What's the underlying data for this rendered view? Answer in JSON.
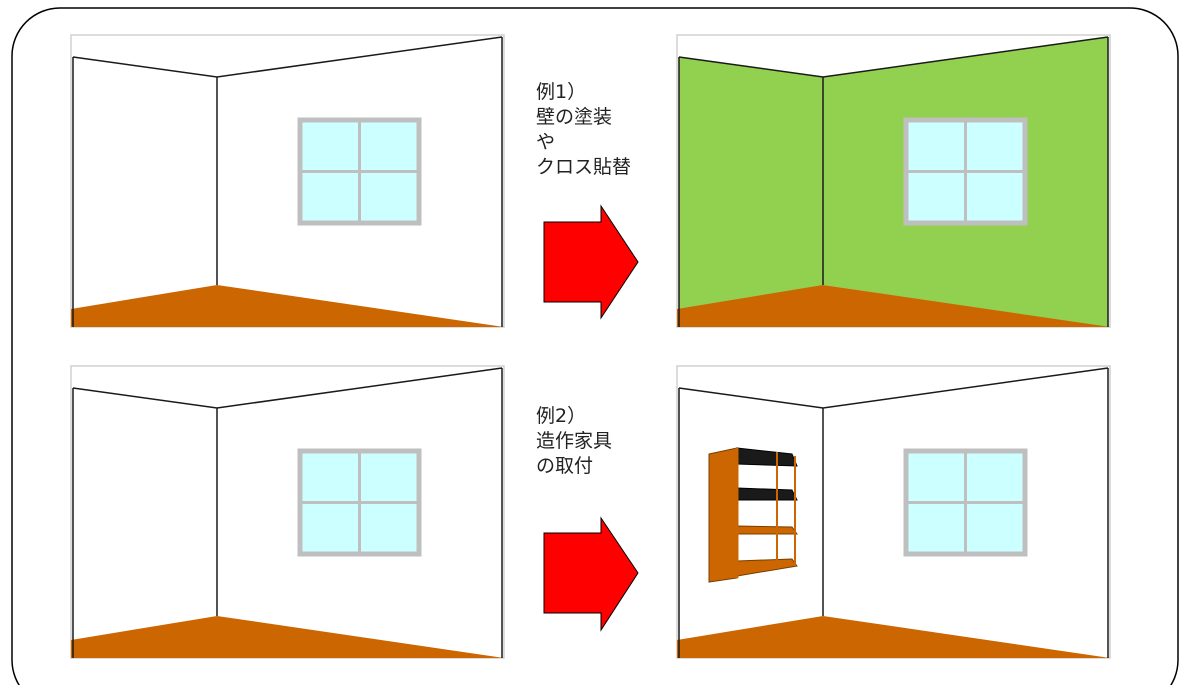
{
  "examples": [
    {
      "lines": [
        "例1）",
        "壁の塗装",
        "や",
        "クロス貼替"
      ],
      "before": {
        "wall_color": "#ffffff",
        "has_furniture": false
      },
      "after": {
        "wall_color": "#92d050",
        "has_furniture": false
      }
    },
    {
      "lines": [
        "例2）",
        "造作家具",
        "の取付"
      ],
      "before": {
        "wall_color": "#ffffff",
        "has_furniture": false
      },
      "after": {
        "wall_color": "#ffffff",
        "has_furniture": true
      }
    }
  ],
  "colors": {
    "floor": "#cc6600",
    "ceiling": "#ffffff",
    "window_frame": "#bfbfbf",
    "window_glass": "#ccffff",
    "arrow": "#ff0000",
    "shelf_wood": "#cc6600",
    "shelf_dark": "#1a1a1a"
  }
}
